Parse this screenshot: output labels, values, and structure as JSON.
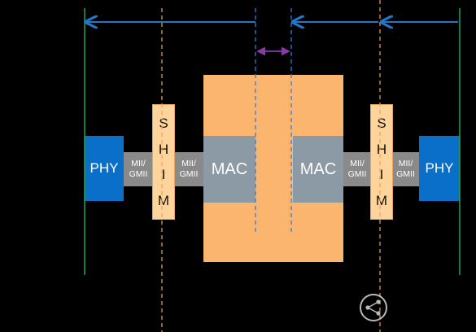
{
  "phy_left": "PHY",
  "phy_right": "PHY",
  "mii_left_outer": [
    "MII/",
    "GMII"
  ],
  "mii_left_inner": [
    "MII/",
    "GMII"
  ],
  "mii_right_inner": [
    "MII/",
    "GMII"
  ],
  "mii_right_outer": [
    "MII/",
    "GMII"
  ],
  "mac_left": "MAC",
  "mac_right": "MAC",
  "shim_letters": [
    "S",
    "H",
    "I",
    "M"
  ],
  "colors": {
    "phy": "#0a6fc8",
    "mii": "#8a8a8a",
    "mac_body": "#fcb56f",
    "mac_label": "#8c9aa6",
    "shim": "#fdd59c",
    "boundary_green": "#1aa84a",
    "guide_orange": "#f0a05a",
    "guide_blue": "#2f7fd8",
    "arrow_blue": "#1f78c8",
    "arrow_purple": "#8a3aa8"
  },
  "watermark_icon": "share-logo-icon"
}
